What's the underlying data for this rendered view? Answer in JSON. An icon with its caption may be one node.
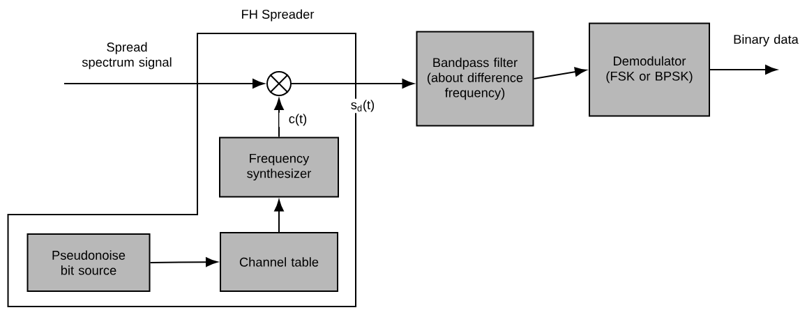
{
  "diagram": {
    "nodes": [
      {
        "text": [
          "FH Spreader"
        ]
      },
      {
        "text": [],
        "shape": "circle",
        "in": 0
      },
      {
        "text": [
          "Frequency synthesizer"
        ],
        "in": 0
      },
      {
        "text": [
          "Pseudonoise bit source"
        ],
        "in": 0
      },
      {
        "text": [
          "Channel table"
        ],
        "in": 0
      },
      {
        "text": [
          "Bandpass filter (about difference frequency)"
        ]
      },
      {
        "text": [
          "Demodulator (FSK or BPSK)"
        ]
      }
    ],
    "edges": [
      {
        "from": null,
        "to": 1,
        "arrow": "to",
        "label": "Spread spectrum signal"
      },
      {
        "from": 1,
        "to": 5,
        "arrow": "to",
        "label": "s$_{d}$(t)"
      },
      {
        "from": 2,
        "to": 1,
        "arrow": "to",
        "label": "c(t)"
      },
      {
        "from": 3,
        "to": 4,
        "arrow": "to"
      },
      {
        "from": 4,
        "to": 2,
        "arrow": "to"
      },
      {
        "from": 5,
        "to": 6,
        "arrow": "to"
      },
      {
        "from": 6,
        "to": null,
        "arrow": "to",
        "label": "Binary data"
      }
    ]
  }
}
